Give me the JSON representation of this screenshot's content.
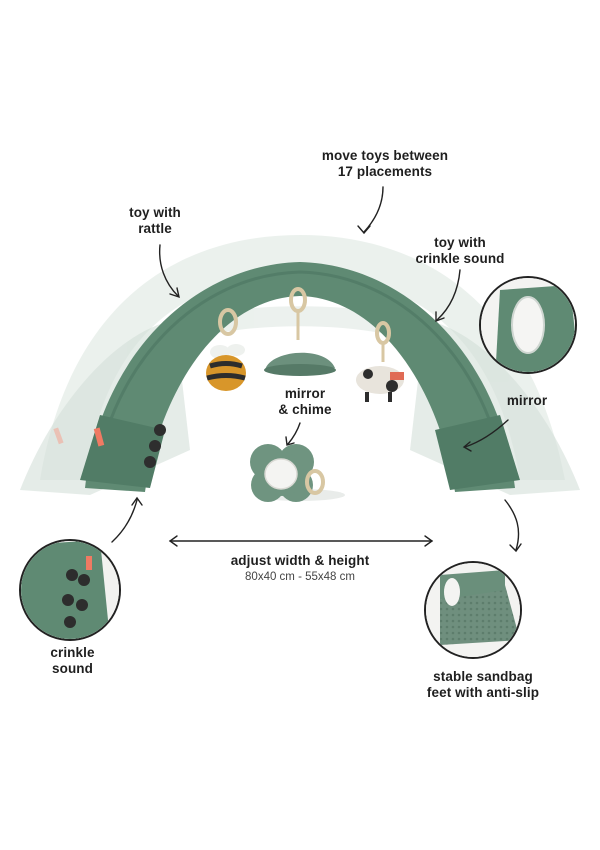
{
  "labels": {
    "move_toys": [
      "move toys between",
      "17 placements"
    ],
    "toy_rattle": [
      "toy with",
      "rattle"
    ],
    "toy_crinkle": [
      "toy with",
      "crinkle sound"
    ],
    "mirror_chime": [
      "mirror",
      "& chime"
    ],
    "mirror": [
      "mirror"
    ],
    "adjust": [
      "adjust width & height"
    ],
    "adjust_dims": "80x40 cm - 55x48 cm",
    "crinkle_sound": [
      "crinkle",
      "sound"
    ],
    "sandbag": [
      "stable sandbag",
      "feet with anti-slip"
    ]
  },
  "colors": {
    "arch": "#5f8a73",
    "arch_dark": "#4b7560",
    "ghost": "#d6e3db",
    "text": "#1f1f1f",
    "tag": "#f07a63"
  }
}
